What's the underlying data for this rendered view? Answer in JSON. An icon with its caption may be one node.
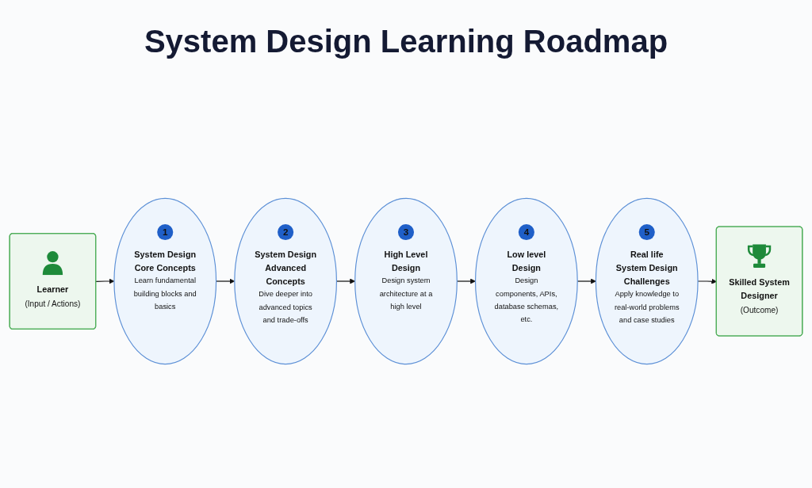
{
  "diagram": {
    "title": "System Design Learning Roadmap",
    "nodes": [
      {
        "text": [
          "Learner",
          "(Input / Actions)"
        ]
      },
      {
        "text": [
          "1",
          "System Design Core Concepts",
          "Learn fundamental building blocks and basics"
        ]
      },
      {
        "text": [
          "2",
          "System Design Advanced Concepts",
          "Dive deeper into advanced topics and trade-offs"
        ]
      },
      {
        "text": [
          "3",
          "High Level Design",
          "Design system architecture at a high level"
        ]
      },
      {
        "text": [
          "4",
          "Low level Design",
          "Design components, APIs, database schemas, etc."
        ]
      },
      {
        "text": [
          "5",
          "Real life System Design Challenges",
          "Apply knowledge to real-world problems and case studies"
        ]
      },
      {
        "text": [
          "Skilled System Designer",
          "(Outcome)"
        ]
      }
    ],
    "edges": [
      {
        "from": 0,
        "to": 1,
        "arrow": "to"
      },
      {
        "from": 1,
        "to": 2,
        "arrow": "to"
      },
      {
        "from": 2,
        "to": 3,
        "arrow": "to"
      },
      {
        "from": 3,
        "to": 4,
        "arrow": "to"
      },
      {
        "from": 4,
        "to": 5,
        "arrow": "to"
      },
      {
        "from": 5,
        "to": 6,
        "arrow": "to"
      }
    ]
  }
}
